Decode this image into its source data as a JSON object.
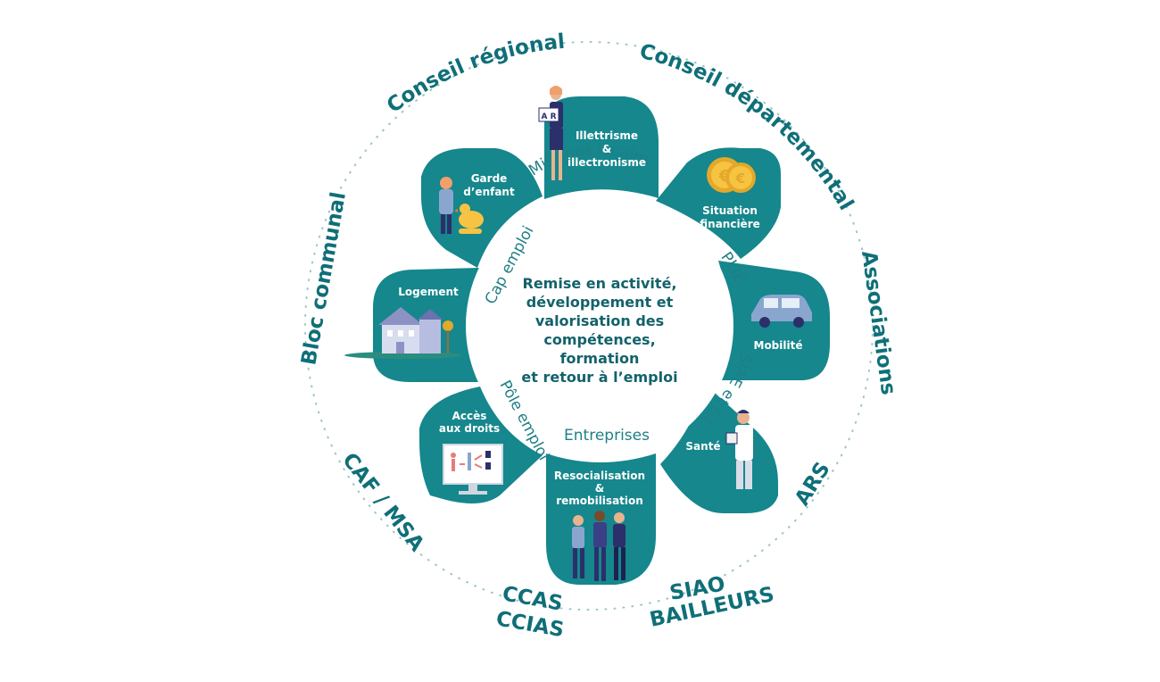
{
  "center": {
    "lines": [
      "Remise en activité,",
      "développement et",
      "valorisation des",
      "compétences,",
      "formation",
      "et retour à l’emploi"
    ]
  },
  "inner_ring": {
    "missions_locales": "Missions locales",
    "plie": "PLIE",
    "siae_ea": "SIAE et EA",
    "entreprises": "Entreprises",
    "pole_emploi": "Pôle emploi",
    "cap_emploi": "Cap emploi"
  },
  "petals": {
    "illettrisme": [
      "Illettrisme",
      "&",
      "illectronisme"
    ],
    "situation": [
      "Situation",
      "financière"
    ],
    "mobilite": [
      "Mobilité"
    ],
    "sante": [
      "Santé"
    ],
    "resocialisation": [
      "Resocialisation",
      "&",
      "remobilisation"
    ],
    "acces": [
      "Accès",
      "aux droits"
    ],
    "logement": [
      "Logement"
    ],
    "garde": [
      "Garde",
      "d’enfant"
    ]
  },
  "outer_ring": {
    "conseil_regional": "Conseil régional",
    "conseil_departemental": "Conseil départemental",
    "associations": "Associations",
    "ars": "ARS",
    "siao": "SIAO",
    "bailleurs": "BAILLEURS",
    "ccas": "CCAS",
    "ccias": "CCIAS",
    "caf_msa": "CAF / MSA",
    "bloc_communal": "Bloc communal"
  },
  "illustrations": {
    "sign_letters": "A R",
    "coin_symbol": "€"
  },
  "colors": {
    "teal": "#15878d",
    "dark_teal": "#0f6f78",
    "text_on_teal": "#ffffff"
  },
  "icons": [
    "teacher-icon",
    "coins-icon",
    "car-icon",
    "doctor-icon",
    "people-group-icon",
    "screen-icon",
    "house-icon",
    "child-with-toy-icon"
  ]
}
